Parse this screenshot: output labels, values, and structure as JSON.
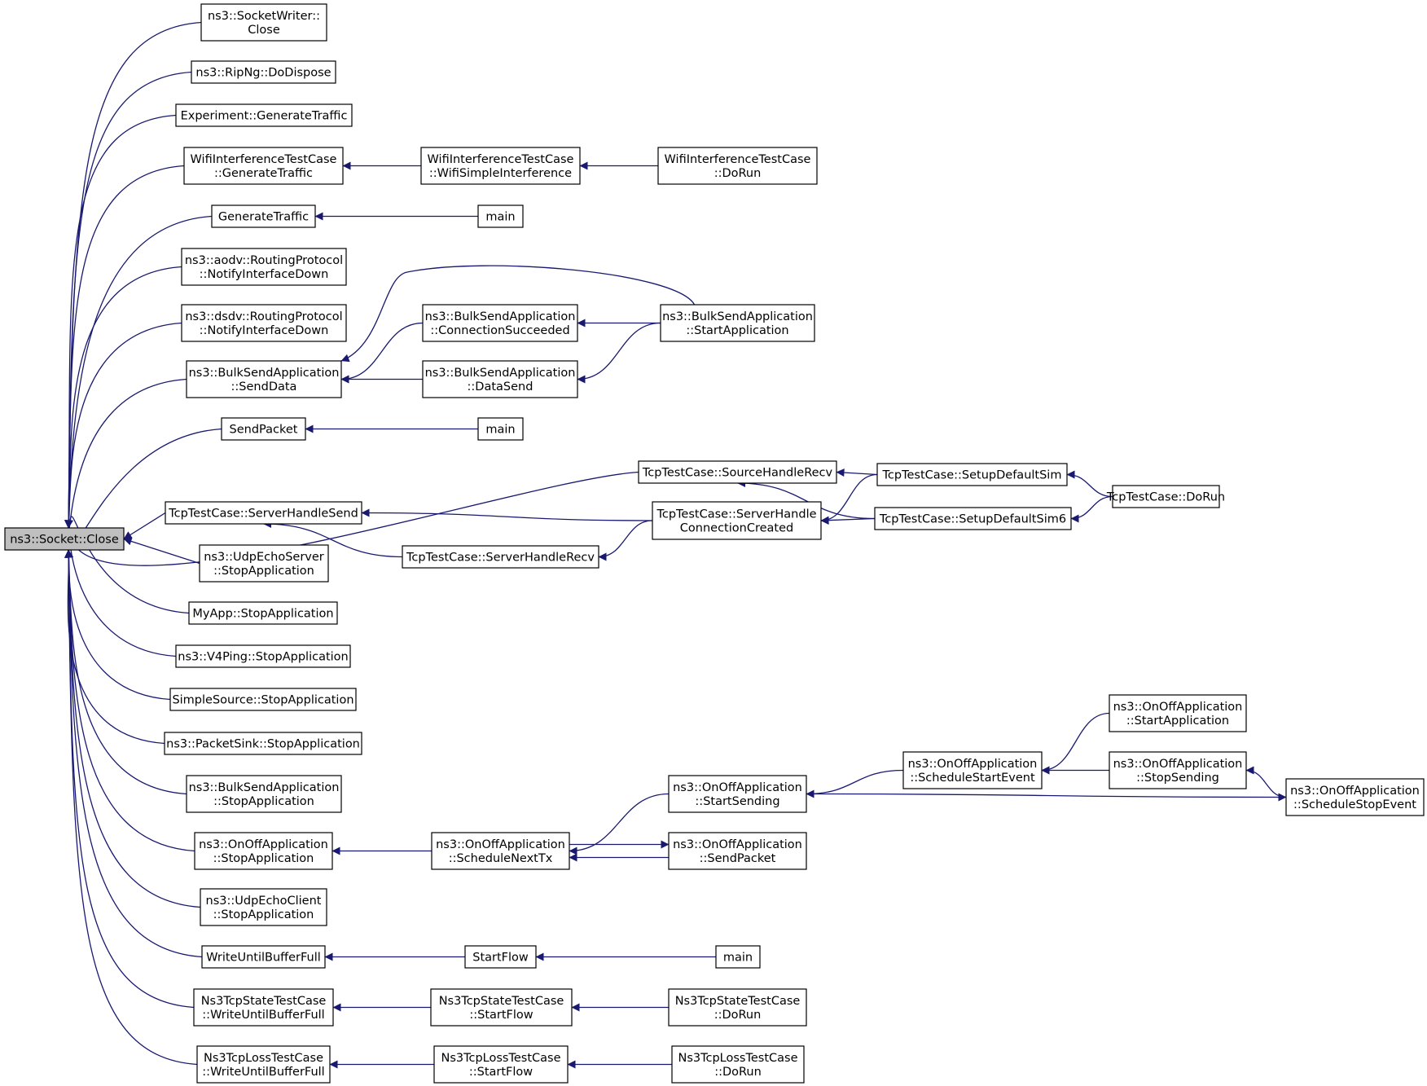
{
  "graph": {
    "root": "close",
    "nodes": [
      {
        "id": "close",
        "lines": [
          "ns3::Socket::Close"
        ]
      },
      {
        "id": "sw_close",
        "lines": [
          "ns3::SocketWriter::",
          "Close"
        ]
      },
      {
        "id": "ripng",
        "lines": [
          "ns3::RipNg::DoDispose"
        ]
      },
      {
        "id": "exp_gen",
        "lines": [
          "Experiment::GenerateTraffic"
        ]
      },
      {
        "id": "wifi_gen",
        "lines": [
          "WifiInterferenceTestCase",
          "::GenerateTraffic"
        ]
      },
      {
        "id": "wifi_simple",
        "lines": [
          "WifiInterferenceTestCase",
          "::WifiSimpleInterference"
        ]
      },
      {
        "id": "wifi_dorun",
        "lines": [
          "WifiInterferenceTestCase",
          "::DoRun"
        ]
      },
      {
        "id": "gen_traffic",
        "lines": [
          "GenerateTraffic"
        ]
      },
      {
        "id": "main1",
        "lines": [
          "main"
        ]
      },
      {
        "id": "aodv",
        "lines": [
          "ns3::aodv::RoutingProtocol",
          "::NotifyInterfaceDown"
        ]
      },
      {
        "id": "dsdv",
        "lines": [
          "ns3::dsdv::RoutingProtocol",
          "::NotifyInterfaceDown"
        ]
      },
      {
        "id": "bulk_senddata",
        "lines": [
          "ns3::BulkSendApplication",
          "::SendData"
        ]
      },
      {
        "id": "bulk_connsucc",
        "lines": [
          "ns3::BulkSendApplication",
          "::ConnectionSucceeded"
        ]
      },
      {
        "id": "bulk_datasend",
        "lines": [
          "ns3::BulkSendApplication",
          "::DataSend"
        ]
      },
      {
        "id": "bulk_start",
        "lines": [
          "ns3::BulkSendApplication",
          "::StartApplication"
        ]
      },
      {
        "id": "sendpacket",
        "lines": [
          "SendPacket"
        ]
      },
      {
        "id": "main2",
        "lines": [
          "main"
        ]
      },
      {
        "id": "tcp_srcrecv",
        "lines": [
          "TcpTestCase::SourceHandleRecv"
        ]
      },
      {
        "id": "tcp_setup",
        "lines": [
          "TcpTestCase::SetupDefaultSim"
        ]
      },
      {
        "id": "tcp_setup6",
        "lines": [
          "TcpTestCase::SetupDefaultSim6"
        ]
      },
      {
        "id": "tcp_dorun",
        "lines": [
          "TcpTestCase::DoRun"
        ]
      },
      {
        "id": "tcp_srvsend",
        "lines": [
          "TcpTestCase::ServerHandleSend"
        ]
      },
      {
        "id": "tcp_srvconn",
        "lines": [
          "TcpTestCase::ServerHandle",
          "ConnectionCreated"
        ]
      },
      {
        "id": "tcp_srvrecv",
        "lines": [
          "TcpTestCase::ServerHandleRecv"
        ]
      },
      {
        "id": "udpserver_stop",
        "lines": [
          "ns3::UdpEchoServer",
          "::StopApplication"
        ]
      },
      {
        "id": "myapp_stop",
        "lines": [
          "MyApp::StopApplication"
        ]
      },
      {
        "id": "v4ping_stop",
        "lines": [
          "ns3::V4Ping::StopApplication"
        ]
      },
      {
        "id": "simple_stop",
        "lines": [
          "SimpleSource::StopApplication"
        ]
      },
      {
        "id": "sink_stop",
        "lines": [
          "ns3::PacketSink::StopApplication"
        ]
      },
      {
        "id": "bulk_stop",
        "lines": [
          "ns3::BulkSendApplication",
          "::StopApplication"
        ]
      },
      {
        "id": "onoff_stop",
        "lines": [
          "ns3::OnOffApplication",
          "::StopApplication"
        ]
      },
      {
        "id": "onoff_schednext",
        "lines": [
          "ns3::OnOffApplication",
          "::ScheduleNextTx"
        ]
      },
      {
        "id": "onoff_startsending",
        "lines": [
          "ns3::OnOffApplication",
          "::StartSending"
        ]
      },
      {
        "id": "onoff_sendpacket",
        "lines": [
          "ns3::OnOffApplication",
          "::SendPacket"
        ]
      },
      {
        "id": "onoff_schedstart",
        "lines": [
          "ns3::OnOffApplication",
          "::ScheduleStartEvent"
        ]
      },
      {
        "id": "onoff_startapp",
        "lines": [
          "ns3::OnOffApplication",
          "::StartApplication"
        ]
      },
      {
        "id": "onoff_stopsending",
        "lines": [
          "ns3::OnOffApplication",
          "::StopSending"
        ]
      },
      {
        "id": "onoff_schedstop",
        "lines": [
          "ns3::OnOffApplication",
          "::ScheduleStopEvent"
        ]
      },
      {
        "id": "udpclient_stop",
        "lines": [
          "ns3::UdpEchoClient",
          "::StopApplication"
        ]
      },
      {
        "id": "wubf",
        "lines": [
          "WriteUntilBufferFull"
        ]
      },
      {
        "id": "startflow",
        "lines": [
          "StartFlow"
        ]
      },
      {
        "id": "main3",
        "lines": [
          "main"
        ]
      },
      {
        "id": "state_wubf",
        "lines": [
          "Ns3TcpStateTestCase",
          "::WriteUntilBufferFull"
        ]
      },
      {
        "id": "state_startflow",
        "lines": [
          "Ns3TcpStateTestCase",
          "::StartFlow"
        ]
      },
      {
        "id": "state_dorun",
        "lines": [
          "Ns3TcpStateTestCase",
          "::DoRun"
        ]
      },
      {
        "id": "loss_wubf",
        "lines": [
          "Ns3TcpLossTestCase",
          "::WriteUntilBufferFull"
        ]
      },
      {
        "id": "loss_startflow",
        "lines": [
          "Ns3TcpLossTestCase",
          "::StartFlow"
        ]
      },
      {
        "id": "loss_dorun",
        "lines": [
          "Ns3TcpLossTestCase",
          "::DoRun"
        ]
      }
    ],
    "edges": [
      {
        "from": "sw_close",
        "to": "close"
      },
      {
        "from": "ripng",
        "to": "close"
      },
      {
        "from": "exp_gen",
        "to": "close"
      },
      {
        "from": "wifi_gen",
        "to": "close"
      },
      {
        "from": "gen_traffic",
        "to": "close"
      },
      {
        "from": "aodv",
        "to": "close"
      },
      {
        "from": "dsdv",
        "to": "close"
      },
      {
        "from": "bulk_senddata",
        "to": "close"
      },
      {
        "from": "sendpacket",
        "to": "close"
      },
      {
        "from": "tcp_srcrecv",
        "to": "close"
      },
      {
        "from": "tcp_srvsend",
        "to": "close"
      },
      {
        "from": "udpserver_stop",
        "to": "close"
      },
      {
        "from": "myapp_stop",
        "to": "close"
      },
      {
        "from": "v4ping_stop",
        "to": "close"
      },
      {
        "from": "simple_stop",
        "to": "close"
      },
      {
        "from": "sink_stop",
        "to": "close"
      },
      {
        "from": "bulk_stop",
        "to": "close"
      },
      {
        "from": "onoff_stop",
        "to": "close"
      },
      {
        "from": "udpclient_stop",
        "to": "close"
      },
      {
        "from": "wubf",
        "to": "close"
      },
      {
        "from": "state_wubf",
        "to": "close"
      },
      {
        "from": "loss_wubf",
        "to": "close"
      },
      {
        "from": "wifi_simple",
        "to": "wifi_gen"
      },
      {
        "from": "wifi_dorun",
        "to": "wifi_simple"
      },
      {
        "from": "main1",
        "to": "gen_traffic"
      },
      {
        "from": "bulk_connsucc",
        "to": "bulk_senddata"
      },
      {
        "from": "bulk_datasend",
        "to": "bulk_senddata"
      },
      {
        "from": "bulk_start",
        "to": "bulk_senddata"
      },
      {
        "from": "bulk_start",
        "to": "bulk_connsucc"
      },
      {
        "from": "bulk_start",
        "to": "bulk_datasend"
      },
      {
        "from": "main2",
        "to": "sendpacket"
      },
      {
        "from": "tcp_setup",
        "to": "tcp_srcrecv"
      },
      {
        "from": "tcp_setup6",
        "to": "tcp_srcrecv"
      },
      {
        "from": "tcp_dorun",
        "to": "tcp_setup"
      },
      {
        "from": "tcp_dorun",
        "to": "tcp_setup6"
      },
      {
        "from": "tcp_srvconn",
        "to": "tcp_srvsend"
      },
      {
        "from": "tcp_srvrecv",
        "to": "tcp_srvsend"
      },
      {
        "from": "tcp_srvconn",
        "to": "tcp_srvrecv"
      },
      {
        "from": "tcp_setup",
        "to": "tcp_srvconn"
      },
      {
        "from": "tcp_setup6",
        "to": "tcp_srvconn"
      },
      {
        "from": "onoff_schednext",
        "to": "onoff_stop"
      },
      {
        "from": "onoff_startsending",
        "to": "onoff_schednext"
      },
      {
        "from": "onoff_sendpacket",
        "to": "onoff_schednext"
      },
      {
        "from": "onoff_schednext",
        "to": "onoff_sendpacket"
      },
      {
        "from": "onoff_schedstart",
        "to": "onoff_startsending"
      },
      {
        "from": "onoff_startapp",
        "to": "onoff_schedstart"
      },
      {
        "from": "onoff_stopsending",
        "to": "onoff_schedstart"
      },
      {
        "from": "onoff_schedstop",
        "to": "onoff_stopsending"
      },
      {
        "from": "onoff_startsending",
        "to": "onoff_schedstop"
      },
      {
        "from": "startflow",
        "to": "wubf"
      },
      {
        "from": "main3",
        "to": "startflow"
      },
      {
        "from": "state_startflow",
        "to": "state_wubf"
      },
      {
        "from": "state_dorun",
        "to": "state_startflow"
      },
      {
        "from": "loss_startflow",
        "to": "loss_wubf"
      },
      {
        "from": "loss_dorun",
        "to": "loss_startflow"
      }
    ]
  },
  "colors": {
    "edge": "#191970",
    "root_fill": "#bfbfbf",
    "node_fill": "#ffffff",
    "node_border": "#000000"
  }
}
